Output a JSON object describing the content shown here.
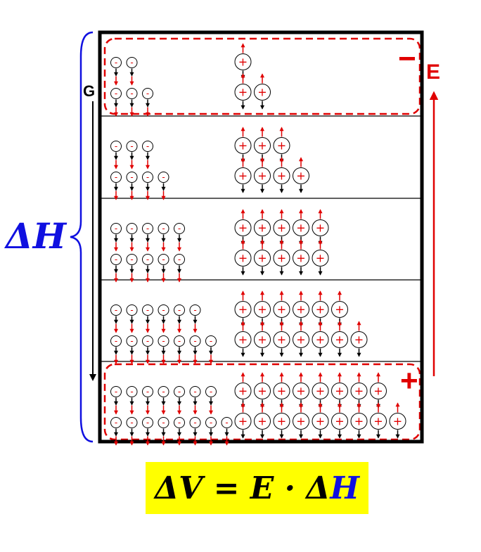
{
  "labels": {
    "delta_h": "ΔH",
    "gravity": "G",
    "field": "E",
    "top_sign": "−",
    "bottom_sign": "+"
  },
  "formula": {
    "left": "ΔV = E · Δ",
    "highlight": "H"
  },
  "layers": [
    {
      "neg_rows": [
        2,
        3
      ],
      "pos_rows": [
        1,
        2
      ]
    },
    {
      "neg_rows": [
        3,
        4
      ],
      "pos_rows": [
        3,
        4
      ]
    },
    {
      "neg_rows": [
        5,
        5
      ],
      "pos_rows": [
        5,
        5
      ]
    },
    {
      "neg_rows": [
        6,
        7
      ],
      "pos_rows": [
        6,
        7
      ]
    },
    {
      "neg_rows": [
        7,
        8
      ],
      "pos_rows": [
        8,
        9
      ]
    }
  ],
  "colors": {
    "box": "#000000",
    "charge_region": "#e00000",
    "force_red": "#e00000",
    "force_black": "#000000",
    "delta_h": "#1010e0",
    "formula_bg": "#ffff00"
  }
}
